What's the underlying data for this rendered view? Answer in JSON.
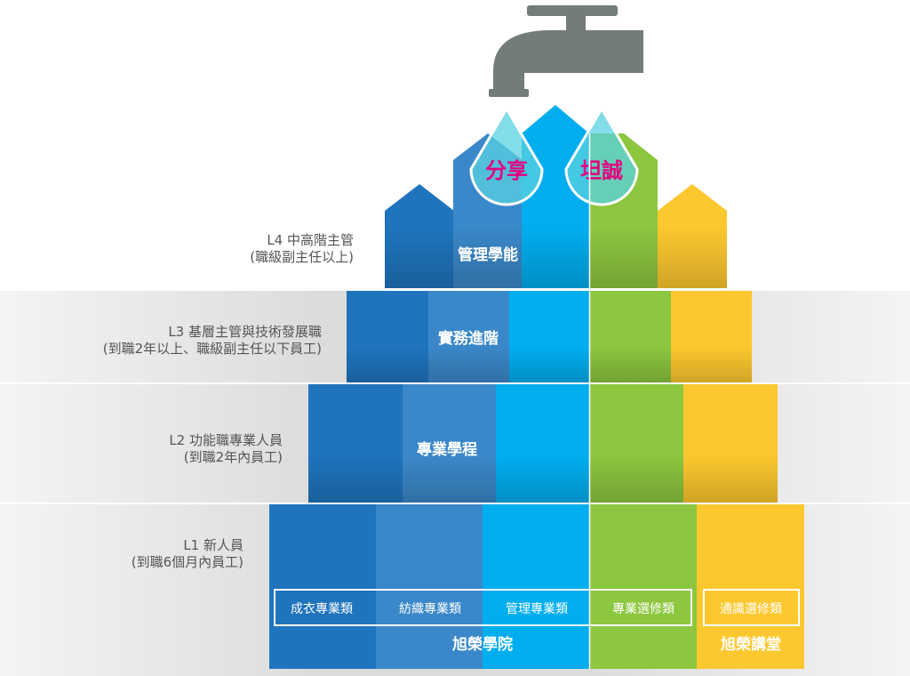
{
  "colors": {
    "dark_blue": "#1f74bd",
    "mid_blue": "#3a88c9",
    "cyan": "#00aeef",
    "green": "#8dc63f",
    "yellow": "#fdc82f",
    "faucet": "#737b7b",
    "drop_text": "#e4007f"
  },
  "drops": {
    "left": "分享",
    "right": "坦誠"
  },
  "levels": [
    {
      "title": "L4 中高階主管",
      "sub": "(職級副主任以上)",
      "program": "管理學能"
    },
    {
      "title": "L3 基層主管與技術發展職",
      "sub": "(到職2年以上、職級副主任以下員工)",
      "program": "實務進階"
    },
    {
      "title": "L2 功能職專業人員",
      "sub": "(到職2年內員工)",
      "program": "專業學程"
    },
    {
      "title": "L1 新人員",
      "sub": "(到職6個月內員工)"
    }
  ],
  "categories": [
    "成衣專業類",
    "紡織專業類",
    "管理專業類",
    "專業選修類",
    "通識選修類"
  ],
  "groups": {
    "academy": "旭榮學院",
    "lecture": "旭榮講堂"
  }
}
